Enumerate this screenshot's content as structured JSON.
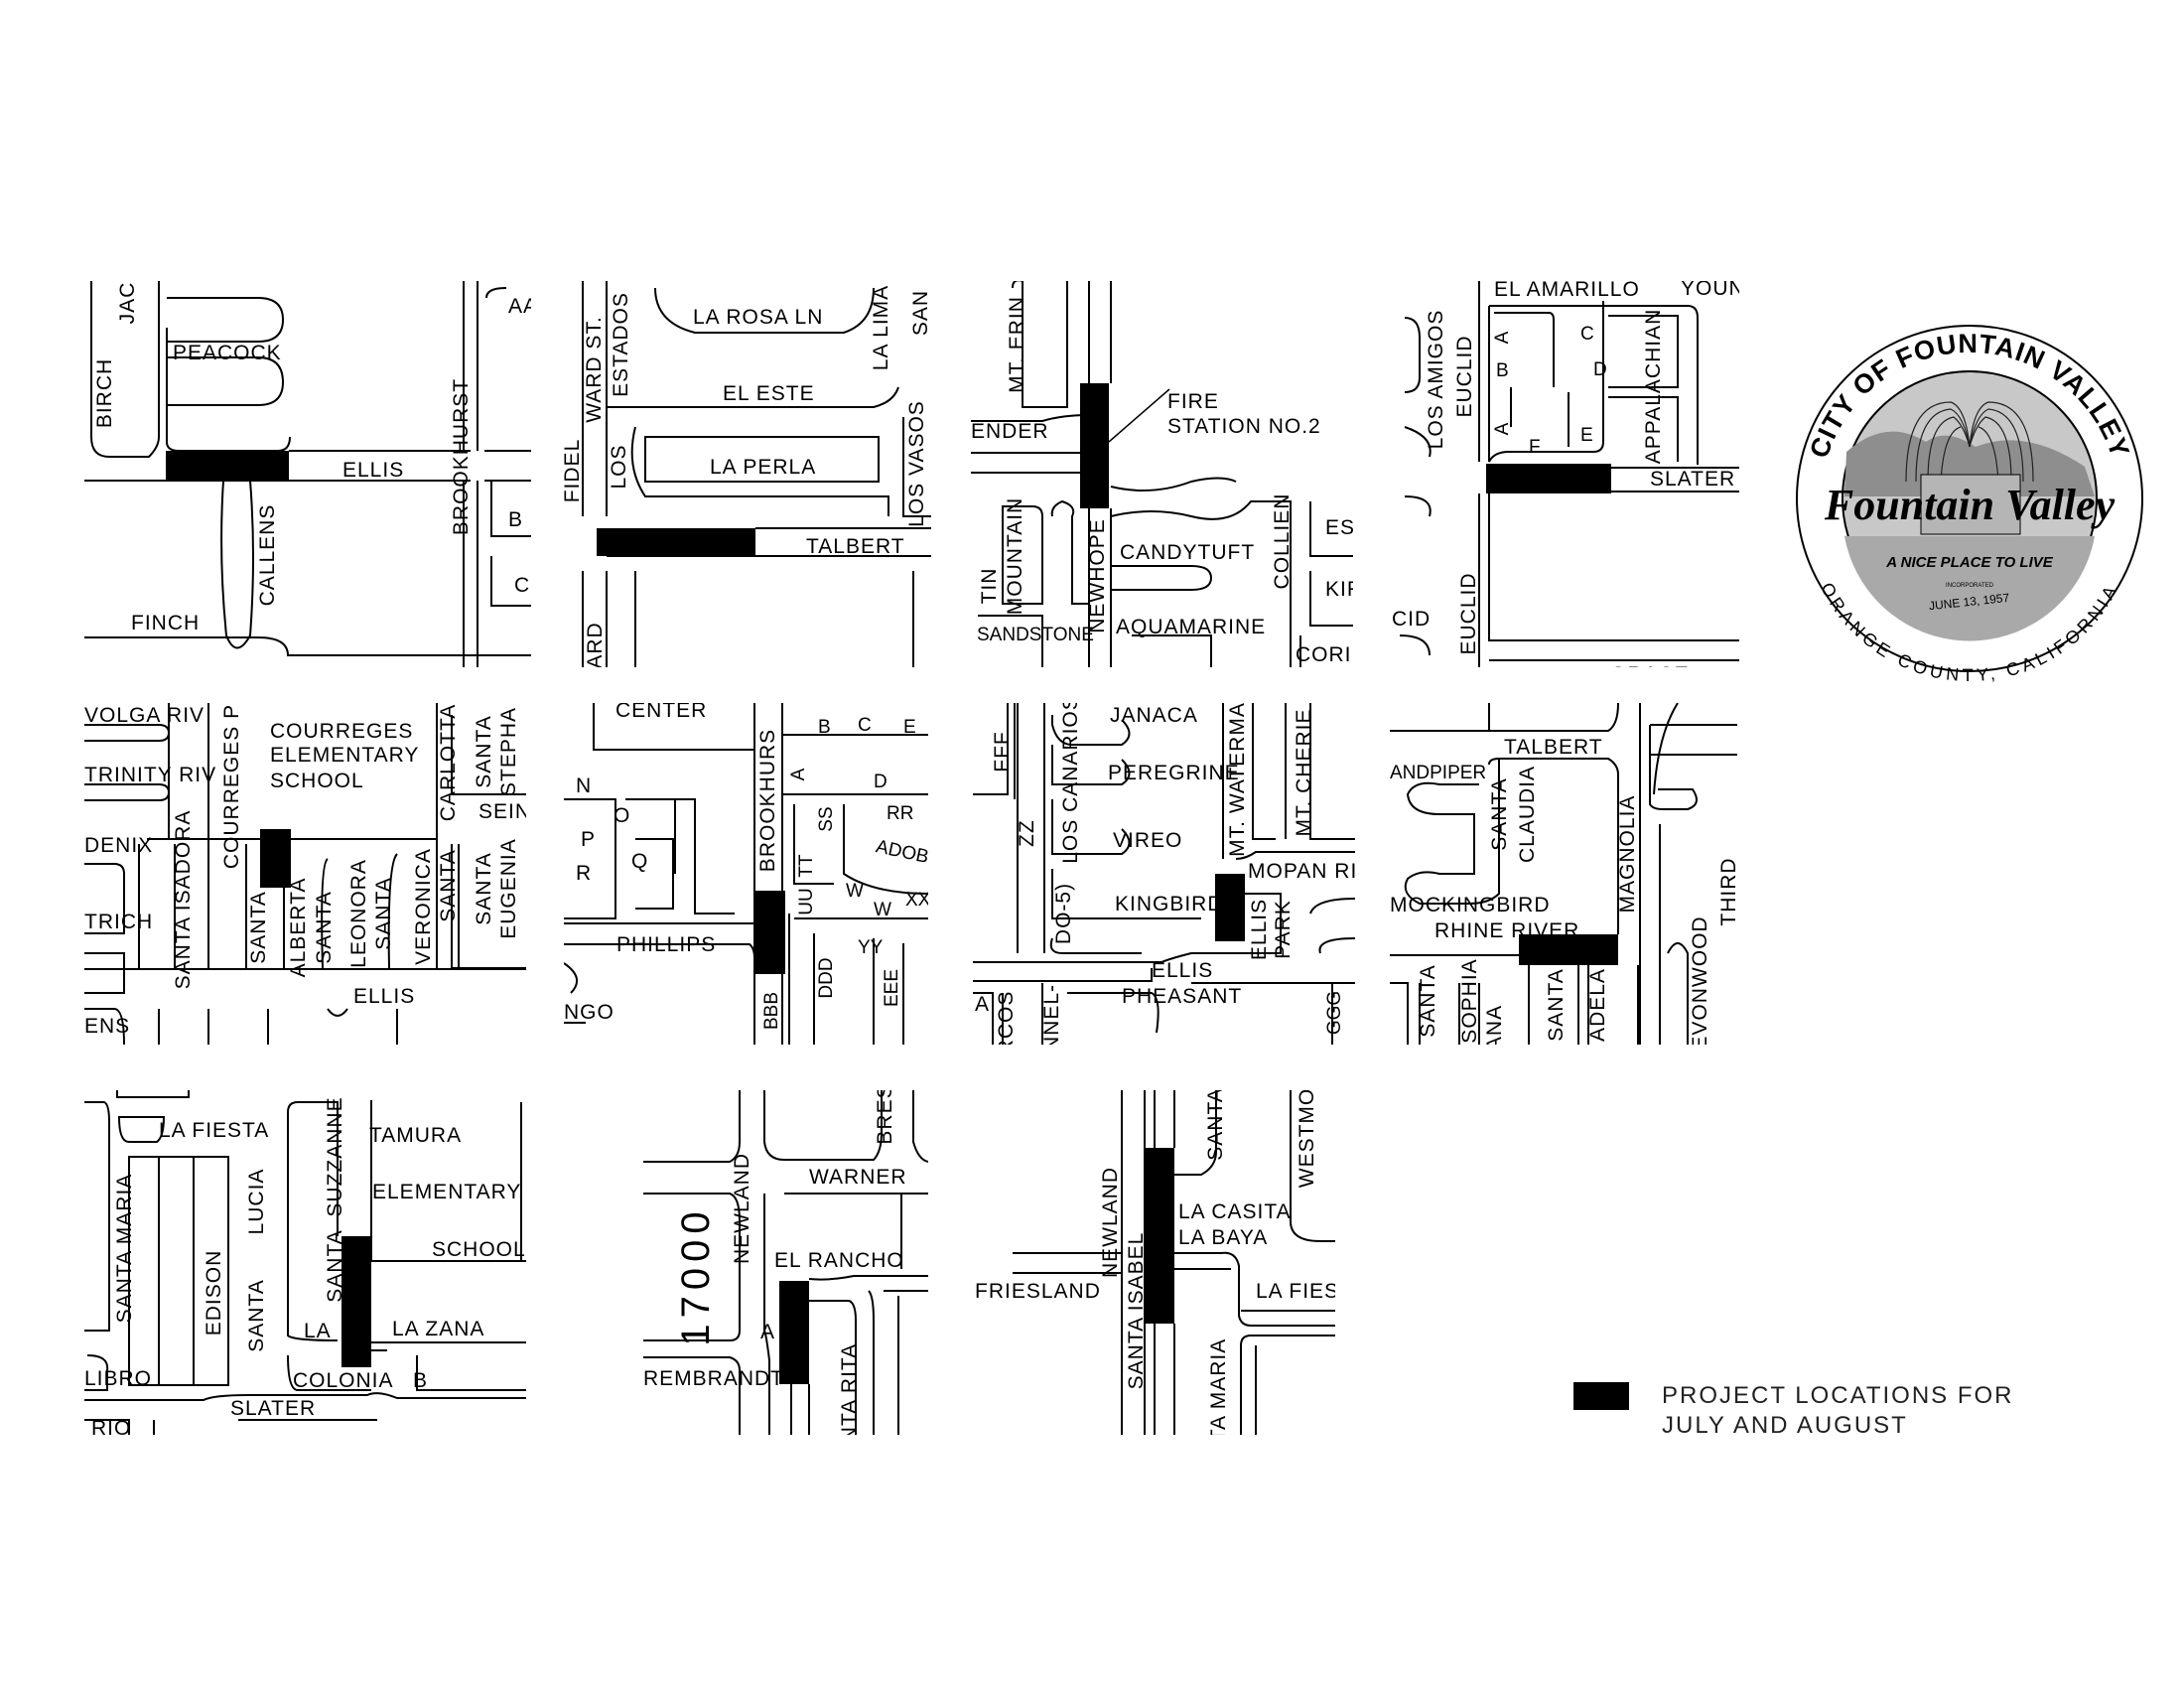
{
  "panels": [
    {
      "labels": [
        "PEACOCK",
        "BIRCH",
        "JAC",
        "ELLIS",
        "BROOKHURST",
        "CALLENS",
        "FINCH",
        "B",
        "C",
        "AA"
      ],
      "project_location": true
    },
    {
      "labels": [
        "LA ROSA LN",
        "EL ESTE",
        "LA PERLA",
        "TALBERT",
        "ESTADOS",
        "WARD ST.",
        "LOS",
        "FIDEL",
        "LA LIMA",
        "LOS VASOS",
        "ARD",
        "SAN"
      ],
      "project_location": true
    },
    {
      "labels": [
        "MT. ERIN",
        "ENDER",
        "FIRE",
        "STATION NO.2",
        "TIN",
        "MOUNTAIN",
        "NEWHOPE",
        "CANDYTUFT",
        "COLLIEN",
        "ES",
        "KIF",
        "SANDSTONE",
        "AQUAMARINE",
        "CORIN"
      ],
      "project_location": true
    },
    {
      "labels": [
        "EL AMARILLO",
        "YOUN",
        "LOS AMIGOS",
        "EUCLID",
        "A",
        "B",
        "A",
        "F",
        "C",
        "D",
        "E",
        "APPALACHIAN",
        "SLATER",
        "EUCLID",
        "CID",
        "GRACE"
      ],
      "project_location": true
    },
    {
      "labels": [
        "VOLGA RIV",
        "TRINITY RIV",
        "DENIX",
        "TRICH",
        "COURREGES P",
        "COURREGES",
        "ELEMENTARY",
        "SCHOOL",
        "SANTA ISADORA",
        "SANTA",
        "ALBERTA",
        "SANTA",
        "LEONORA",
        "SANTA",
        "VERONICA",
        "SANTA",
        "CARLOTTA",
        "SANTA",
        "STEPHA",
        "SEIN",
        "SANTA",
        "EUGENIA",
        "ELLIS",
        "ENS"
      ],
      "project_location": true
    },
    {
      "labels": [
        "CENTER",
        "N",
        "O",
        "P",
        "Q",
        "R",
        "PHILLIPS",
        "NGO",
        "BROOKHURS",
        "B",
        "C",
        "E",
        "A",
        "D",
        "SS",
        "RR",
        "ADOBE",
        "TT",
        "UU",
        "W",
        "W",
        "XX",
        "YY",
        "DDD",
        "EEE",
        "BBB"
      ],
      "project_location": true
    },
    {
      "labels": [
        "FFF",
        "ZZ",
        "LOS CANARIOS",
        "DO-5)",
        "JANACA",
        "PEREGRINE",
        "VIREO",
        "KINGBIRD",
        "MT. WATERMA",
        "MT. CHERIE",
        "MOPAN RI",
        "ELLIS",
        "PARK",
        "ELLIS",
        "PHEASANT",
        "GGG",
        "A",
        "RCOS",
        "NNEL-"
      ],
      "project_location": true
    },
    {
      "labels": [
        "TALBERT",
        "ANDPIPER",
        "SANTA",
        "CLAUDIA",
        "MAGNOLIA",
        "THIRD",
        "MOCKINGBIRD",
        "RHINE RIVER",
        "SANTA",
        "SOPHIA",
        "ANA",
        "SANTA",
        "ADELA",
        "EVONWOOD"
      ],
      "project_location": true
    },
    {
      "labels": [
        "LA FIESTA",
        "TAMURA",
        "ELEMENTARY",
        "SCHOOL",
        "SANTA MARIA",
        "EDISON",
        "SANTA",
        "LUCIA",
        "SANTA",
        "SUZZANNE",
        "LA",
        "LA ZANA",
        "COLONIA",
        "B",
        "SLATER",
        "LIBRO",
        "RIO"
      ],
      "project_location": true
    },
    {
      "labels": [
        "17000",
        "NEWLAND",
        "WARNER",
        "EL RANCHO",
        "REMBRANDT",
        "ANTA RITA",
        "BRES",
        "A"
      ],
      "project_location": true
    },
    {
      "labels": [
        "NEWLAND",
        "SANTA ISABEL",
        "SANTA",
        "WESTMO",
        "LA CASITA",
        "LA BAYA",
        "FRIESLAND",
        "LA FIES",
        "TA MARIA"
      ],
      "project_location": true
    }
  ],
  "seal": {
    "top_text": "CITY OF FOUNTAIN VALLEY",
    "name": "Fountain Valley",
    "motto": "A NICE PLACE TO LIVE",
    "incorporated_label": "INCORPORATED",
    "date": "JUNE 13, 1957",
    "bottom_text": "ORANGE COUNTY, CALIFORNIA"
  },
  "legend": {
    "line1": "PROJECT LOCATIONS FOR",
    "line2": "JULY AND AUGUST",
    "swatch_color": "#000000"
  }
}
